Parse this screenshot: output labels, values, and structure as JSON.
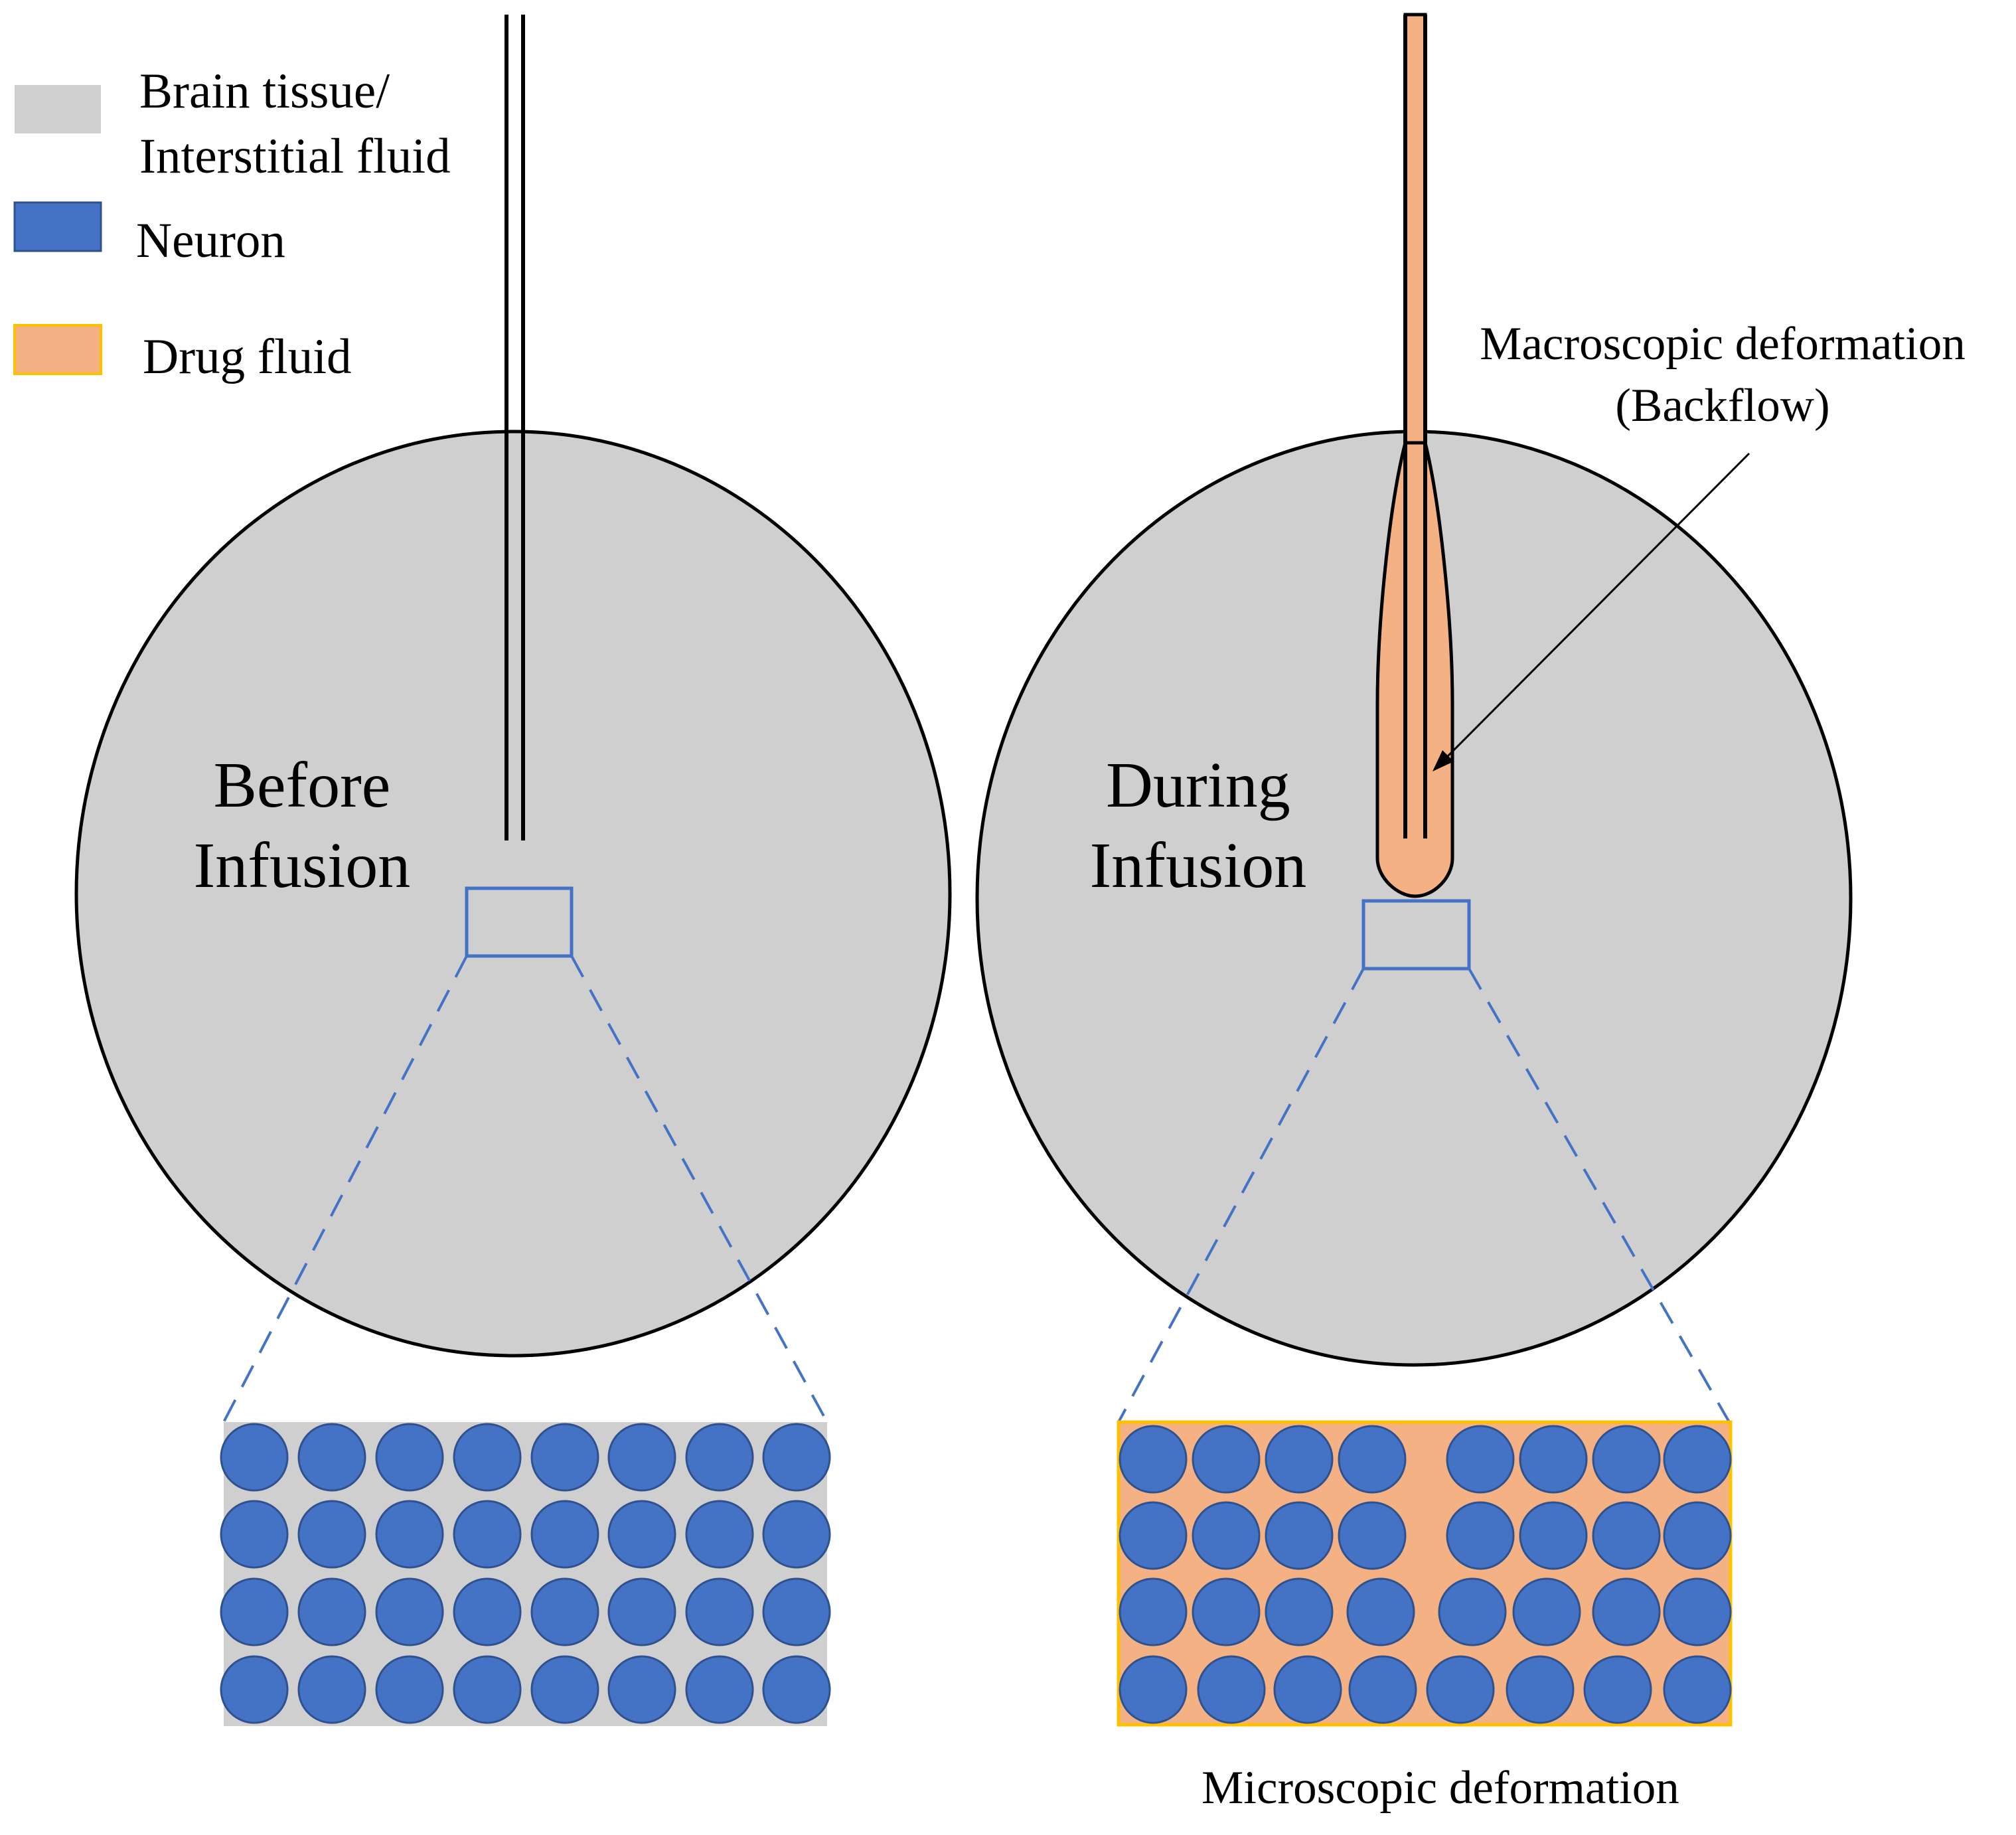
{
  "legend": {
    "brain_tissue": "Brain tissue/",
    "interstitial_fluid": "Interstitial fluid",
    "neuron": "Neuron",
    "drug_fluid": "Drug fluid"
  },
  "panels": {
    "before": {
      "line1": "Before",
      "line2": "Infusion"
    },
    "during": {
      "line1": "During",
      "line2": "Infusion"
    }
  },
  "annotations": {
    "macro_line1": "Macroscopic deformation",
    "macro_line2": "(Backflow)",
    "micro": "Microscopic deformation"
  },
  "colors": {
    "tissue": "#d0cfd0",
    "neuron": "#4472c4",
    "drug": "#f4b183",
    "drug_border": "#ffc000",
    "outline": "#000000"
  }
}
